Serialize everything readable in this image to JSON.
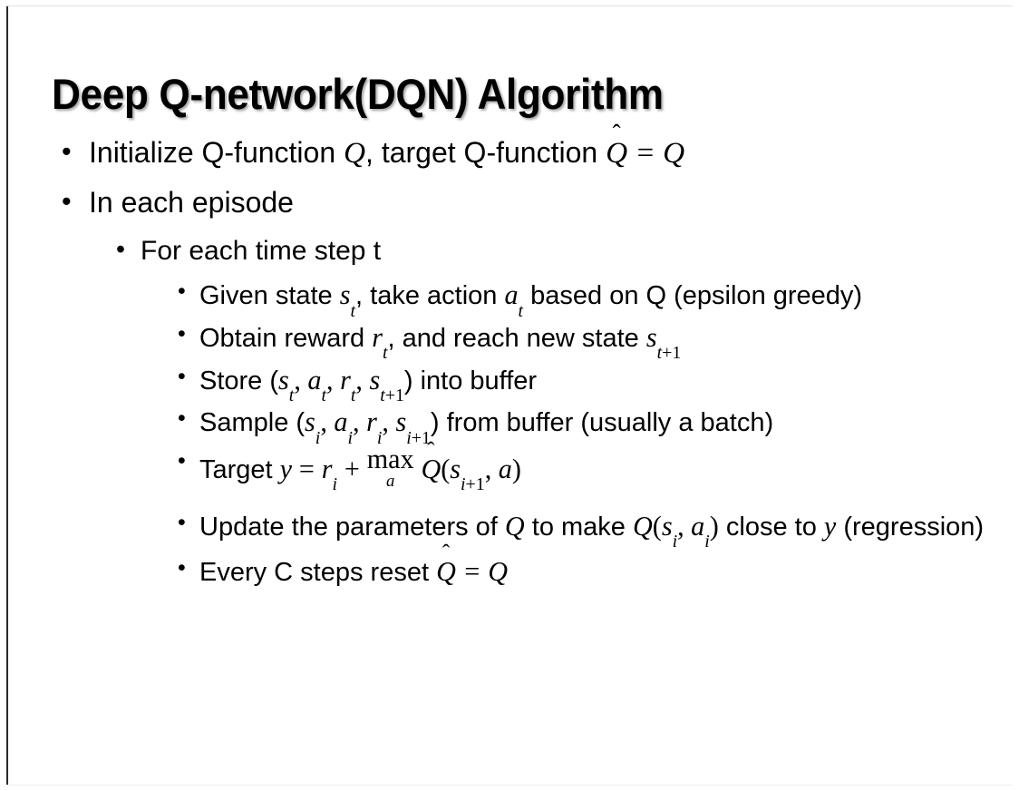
{
  "slide": {
    "title": "Deep Q-network(DQN) Algorithm",
    "background_color": "#ffffff",
    "text_color": "#000000",
    "frame_accent_color": "#2b2b2b"
  },
  "bullets": {
    "initialize": {
      "level": 1,
      "marker": "•",
      "text_before": "Initialize Q-function ",
      "var_q1": "Q",
      "text_mid": ", target Q-function ",
      "var_qhat": "Q",
      "accent": "̂",
      "equals": "=",
      "var_q2": "Q"
    },
    "each_episode": {
      "level": 1,
      "marker": "•",
      "text": "In each episode"
    },
    "each_time_step": {
      "level": 2,
      "marker": "•",
      "text": "For each time step t"
    },
    "given_state": {
      "level": 3,
      "marker": "•",
      "text_before": "Given state ",
      "var_s": "s",
      "sub_s": "t",
      "text_mid": ", take action ",
      "var_a": "a",
      "sub_a": "t",
      "text_after": " based on Q (epsilon greedy)"
    },
    "obtain_reward": {
      "level": 3,
      "marker": "•",
      "text_before": "Obtain reward ",
      "var_r": "r",
      "sub_r": "t",
      "text_mid": ", and reach new state ",
      "var_s": "s",
      "sub_s_base": "t",
      "sub_s_plus": "+",
      "sub_s_num": "1"
    },
    "store": {
      "level": 3,
      "marker": "•",
      "text_before": "Store (",
      "var_s1": "s",
      "sub_s1": "t",
      "sep1": ", ",
      "var_a": "a",
      "sub_a": "t",
      "sep2": ", ",
      "var_r": "r",
      "sub_r": "t",
      "sep3": ", ",
      "var_s2": "s",
      "sub_s2_base": "t",
      "sub_s2_plus": "+",
      "sub_s2_num": "1",
      "text_after": ") into buffer"
    },
    "sample": {
      "level": 3,
      "marker": "•",
      "text_before": "Sample (",
      "var_s1": "s",
      "sub_s1": "i",
      "sep1": ", ",
      "var_a": "a",
      "sub_a": "i",
      "sep2": ", ",
      "var_r": "r",
      "sub_r": "i",
      "sep3": ", ",
      "var_s2": "s",
      "sub_s2_base": "i",
      "sub_s2_plus": "+",
      "sub_s2_num": "1",
      "text_after": ") from buffer (usually a batch)"
    },
    "target": {
      "level": 3,
      "marker": "•",
      "text_before": "Target ",
      "var_y": "y",
      "equals": "=",
      "var_r": "r",
      "sub_r": "i",
      "plus": "+",
      "op_name": "max",
      "op_sub": "a",
      "var_qhat": "Q",
      "accent": "̂",
      "paren_open": "(",
      "var_s": "s",
      "sub_s_base": "i",
      "sub_s_plus": "+",
      "sub_s_num": "1",
      "comma": ", ",
      "var_a": "a",
      "paren_close": ")"
    },
    "update": {
      "level": 3,
      "marker": "•",
      "text_before": "Update the parameters of ",
      "var_q1": "Q",
      "text_mid": " to make ",
      "var_q2": "Q",
      "paren_open": "(",
      "var_s": "s",
      "sub_s": "i",
      "comma": ", ",
      "var_a": "a",
      "sub_a": "i",
      "paren_close": ")",
      "text_after": " close to ",
      "var_y": "y",
      "text_end": " (regression)"
    },
    "reset": {
      "level": 3,
      "marker": "•",
      "text_before": "Every C steps reset ",
      "var_qhat": "Q",
      "accent": "̂",
      "equals": "=",
      "var_q": "Q"
    }
  }
}
